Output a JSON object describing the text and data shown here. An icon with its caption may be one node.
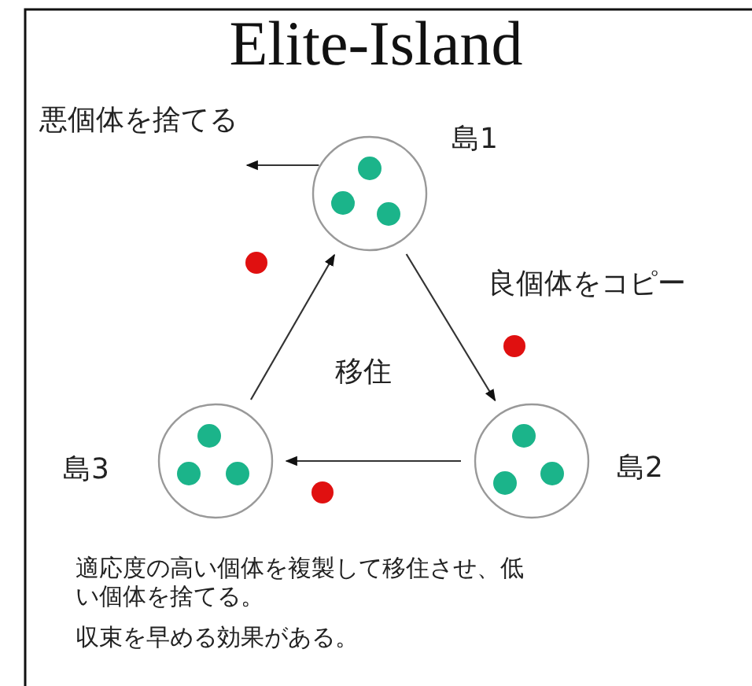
{
  "diagram": {
    "title": "Elite-Island",
    "nodes": [
      {
        "text": [],
        "shape": "circle",
        "beside": [
          "島1"
        ]
      },
      {
        "text": [],
        "shape": "circle",
        "beside": [
          "島2"
        ]
      },
      {
        "text": [],
        "shape": "circle",
        "beside": [
          "島3"
        ]
      }
    ],
    "edges": [
      {
        "from": 0,
        "to": 1,
        "arrow": "to"
      },
      {
        "from": 1,
        "to": 2,
        "arrow": "to"
      },
      {
        "from": 2,
        "to": 0,
        "arrow": "to"
      },
      {
        "from": 0,
        "to": null,
        "arrow": "to",
        "label": "悪個体を捨てる"
      }
    ],
    "labels": [
      "良個体をコピー",
      "移住",
      "適応度の高い個体を複製して移住させ、低い個体を捨てる。",
      "収束を早める効果がある。"
    ]
  }
}
